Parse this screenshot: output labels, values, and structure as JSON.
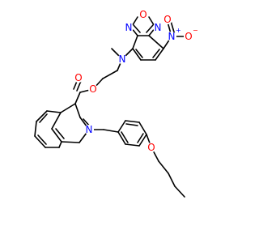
{
  "atoms": {
    "benzoxadiazole_o": "O",
    "benzoxadiazole_n_left": "N",
    "benzoxadiazole_n_right": "N",
    "nitro_n": "N",
    "nitro_o_top": "O",
    "nitro_o_right": "O",
    "amine_n": "N",
    "ester_o_ring": "O",
    "carbonyl_o": "O",
    "quinoline_n": "N",
    "ether_o": "O"
  },
  "charges": {
    "nitro_n": "+",
    "nitro_o_right": "−"
  },
  "colors": {
    "carbon_bond": "#000000",
    "nitrogen": "#0000ff",
    "oxygen": "#ff0000"
  }
}
